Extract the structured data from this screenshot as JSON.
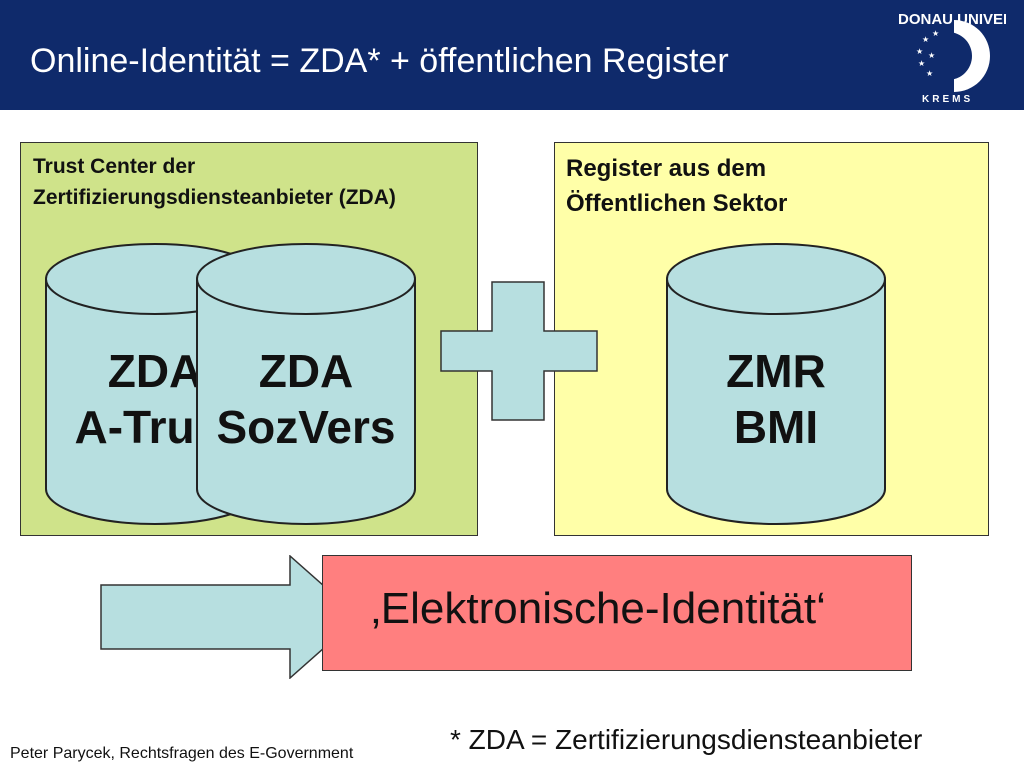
{
  "header": {
    "title": "Online-Identität = ZDA* + öffentlichen Register",
    "logo": {
      "text_top": "DONAU UNIVERSITÄT",
      "text_bottom": "KREMS"
    }
  },
  "left_box": {
    "label_line1": "Trust Center der",
    "label_line2": "Zertifizierungsdiensteanbieter (ZDA)",
    "cylinders": [
      {
        "line1": "ZDA",
        "line2": "A-Trust"
      },
      {
        "line1": "ZDA",
        "line2": "SozVers"
      }
    ]
  },
  "right_box": {
    "label_line1": "Register aus dem",
    "label_line2": "Öffentlichen Sektor",
    "cylinder": {
      "line1": "ZMR",
      "line2": "BMI"
    }
  },
  "result": {
    "text": "‚Elektronische-Identität‘"
  },
  "footnote": "* ZDA = Zertifizierungsdiensteanbieter",
  "credit": "Peter Parycek, Rechtsfragen des E-Government",
  "colors": {
    "header": "#0f2a6b",
    "left_box": "#cfe38a",
    "right_box": "#ffffa8",
    "cylinder": "#b7dfe0",
    "eid_box": "#ff7f7f"
  }
}
